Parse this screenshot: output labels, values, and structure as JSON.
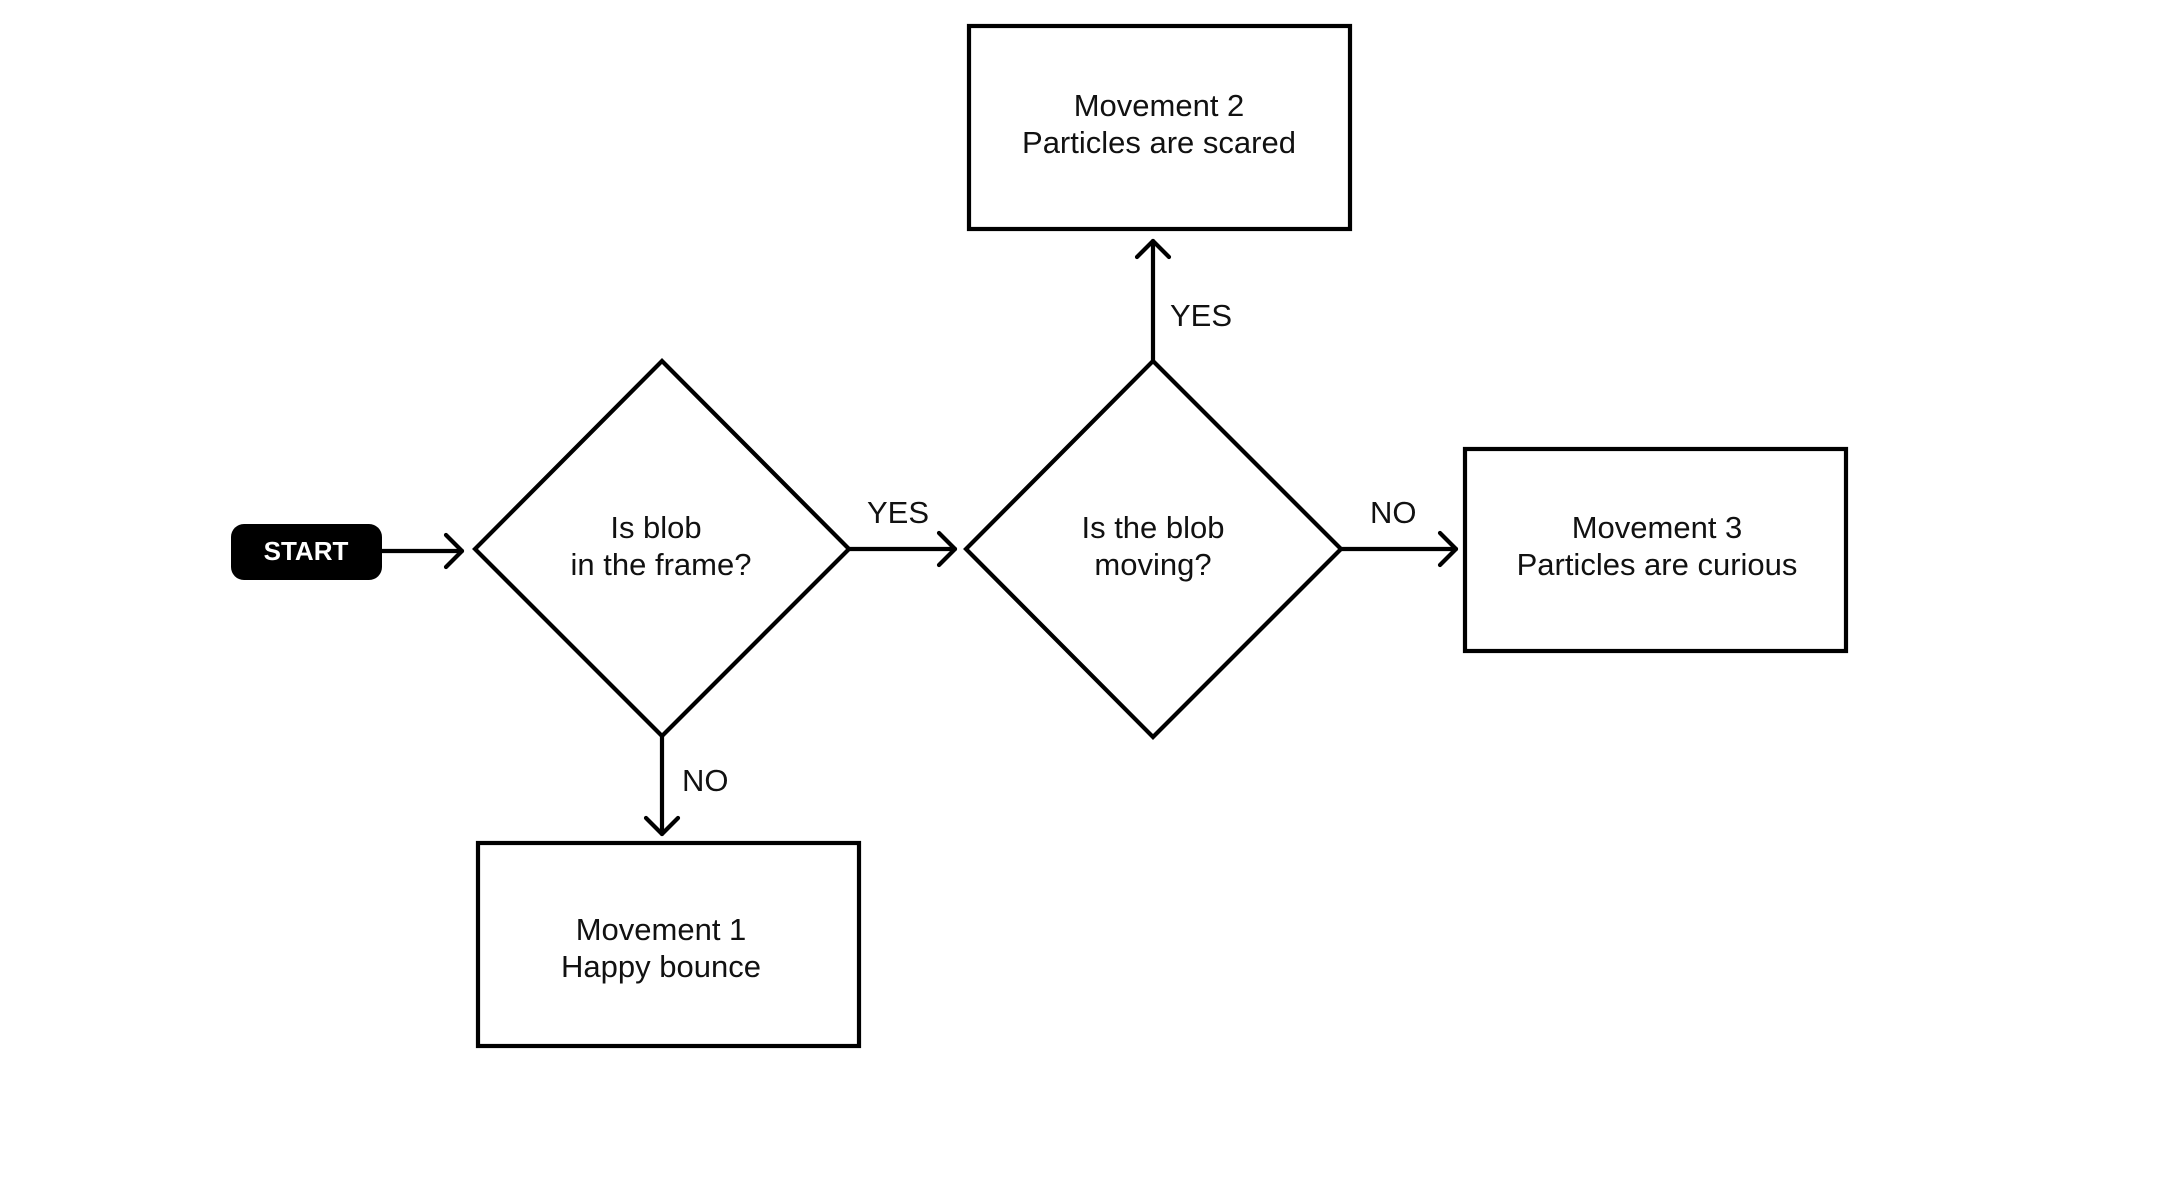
{
  "start": {
    "label": "START"
  },
  "decisions": {
    "blob_in_frame": {
      "line1": "Is blob",
      "line2": "in the frame?"
    },
    "blob_moving": {
      "line1": "Is the blob",
      "line2": "moving?"
    }
  },
  "movements": {
    "movement_1": {
      "title": "Movement 1",
      "description": "Happy bounce"
    },
    "movement_2": {
      "title": "Movement 2",
      "description": "Particles are scared"
    },
    "movement_3": {
      "title": "Movement 3",
      "description": "Particles are curious"
    }
  },
  "edge_labels": {
    "frame_yes": "YES",
    "frame_no": "NO",
    "moving_yes": "YES",
    "moving_no": "NO"
  },
  "colors": {
    "stroke": "#000000",
    "start_fill": "#000000",
    "start_text": "#ffffff",
    "background": "#ffffff"
  }
}
